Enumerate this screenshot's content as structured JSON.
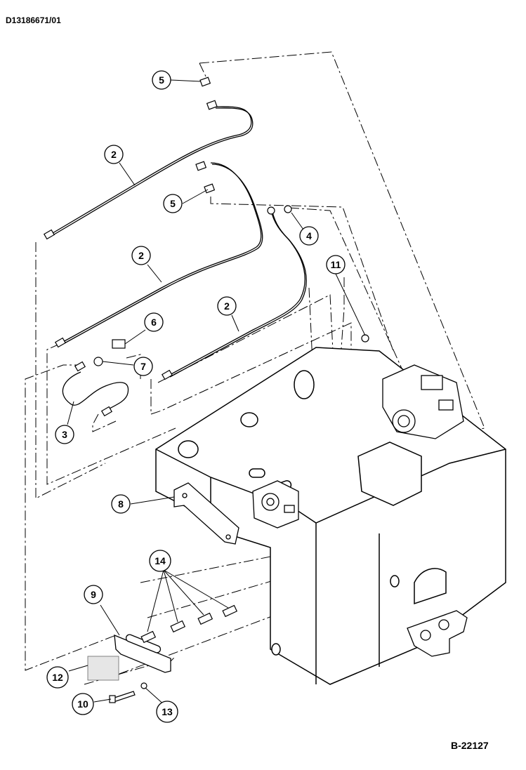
{
  "header": {
    "document_code": "D13186671/01"
  },
  "footer": {
    "figure_code": "B-22127"
  },
  "callouts": [
    {
      "id": "c5a",
      "label": "5"
    },
    {
      "id": "c2a",
      "label": "2"
    },
    {
      "id": "c5b",
      "label": "5"
    },
    {
      "id": "c4",
      "label": "4"
    },
    {
      "id": "c2b",
      "label": "2"
    },
    {
      "id": "c11",
      "label": "11"
    },
    {
      "id": "c2c",
      "label": "2"
    },
    {
      "id": "c6",
      "label": "6"
    },
    {
      "id": "c7",
      "label": "7"
    },
    {
      "id": "c3",
      "label": "3"
    },
    {
      "id": "c8",
      "label": "8"
    },
    {
      "id": "c14",
      "label": "14"
    },
    {
      "id": "c9",
      "label": "9"
    },
    {
      "id": "c12",
      "label": "12"
    },
    {
      "id": "c10",
      "label": "10"
    },
    {
      "id": "c13",
      "label": "13"
    }
  ]
}
